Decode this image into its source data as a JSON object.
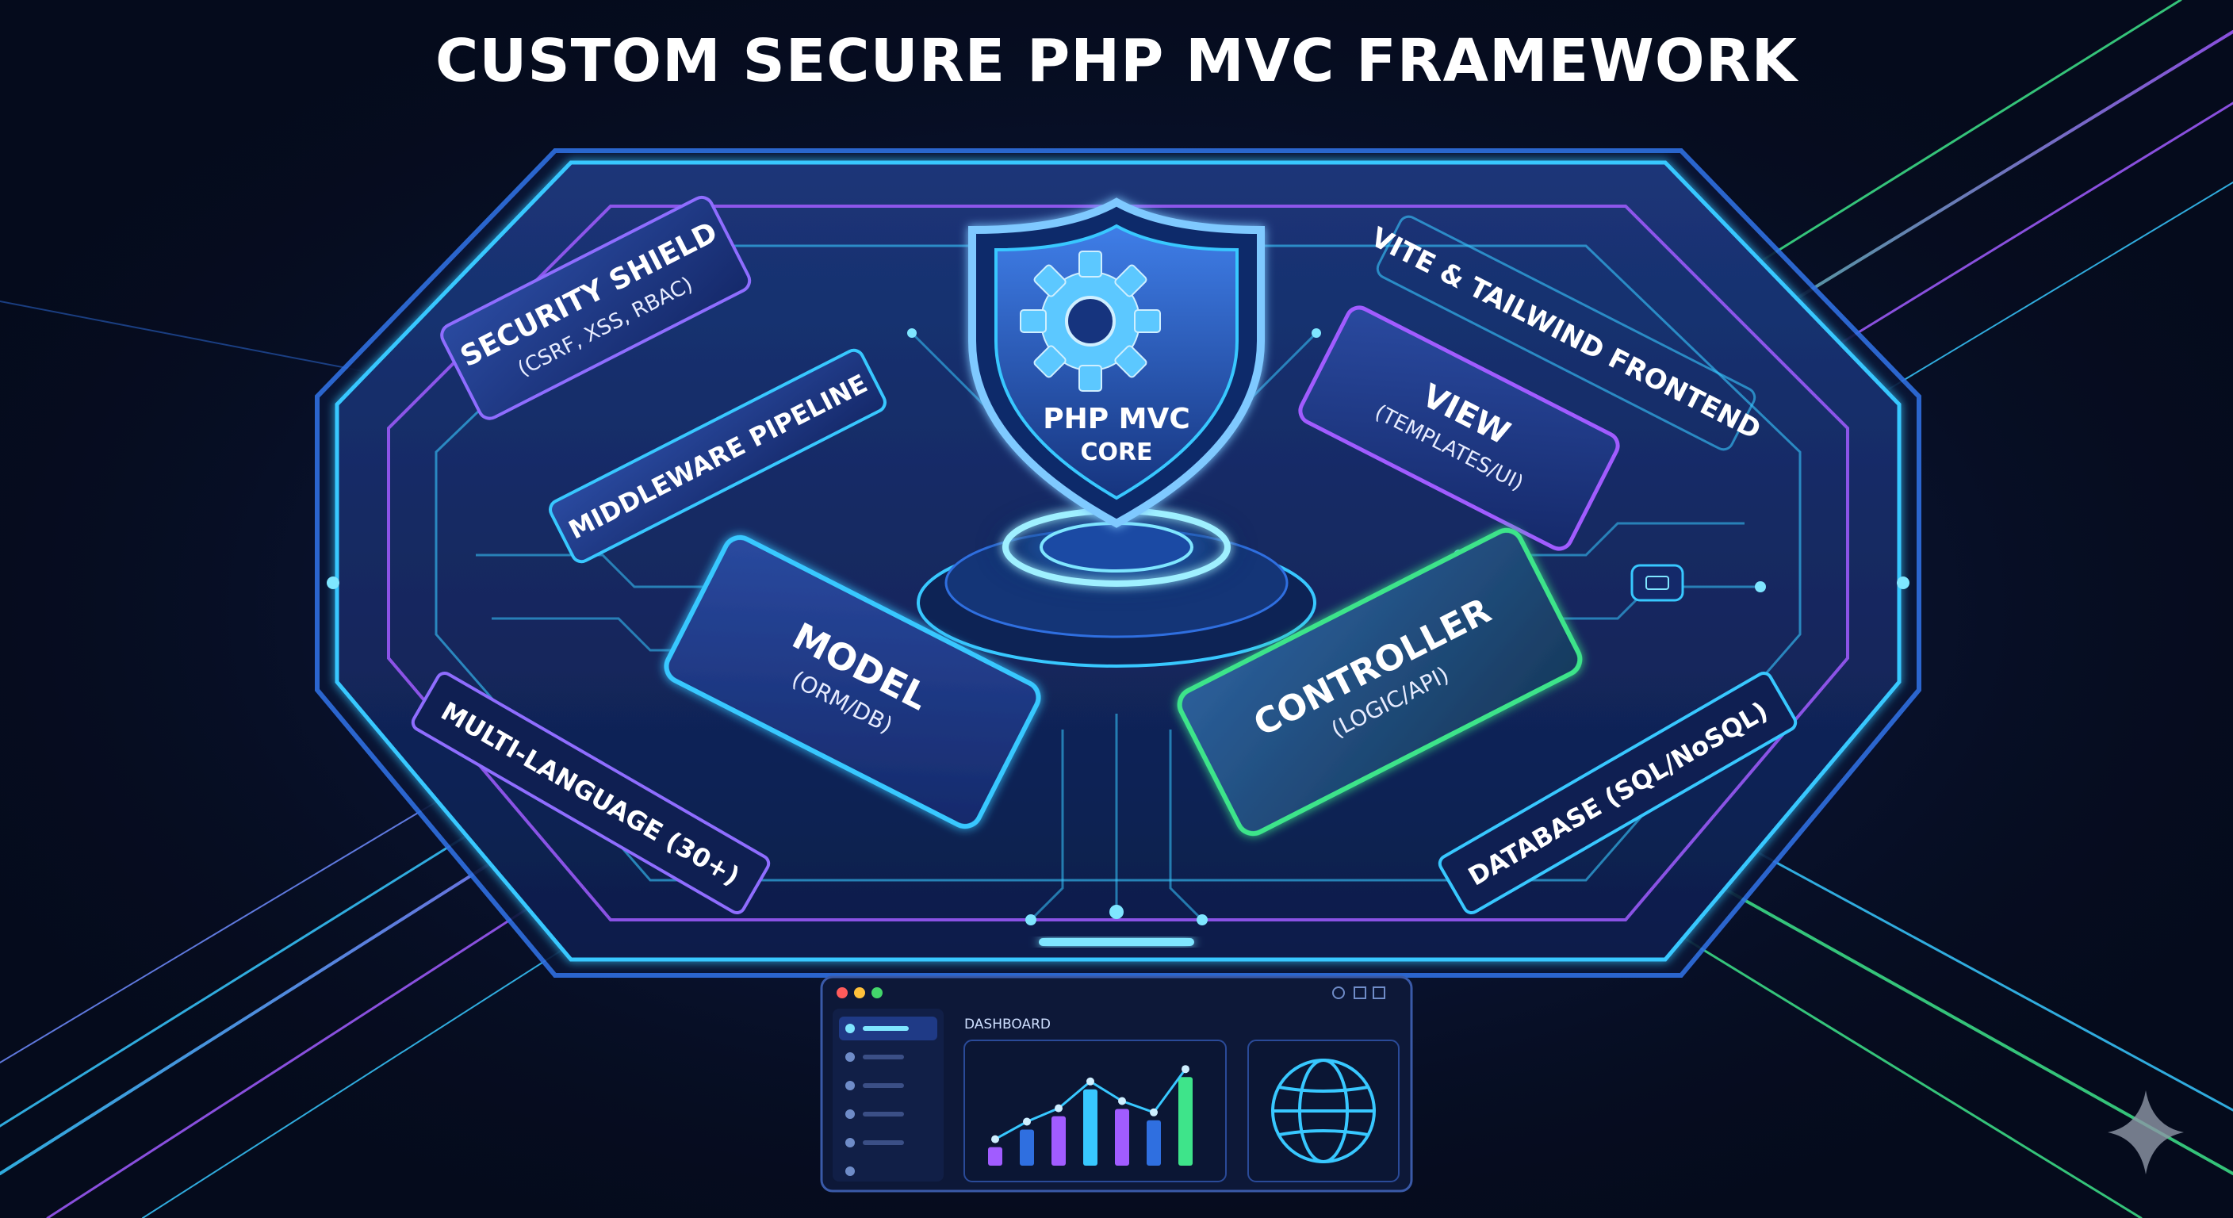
{
  "title": "CUSTOM SECURE PHP MVC FRAMEWORK",
  "core": {
    "line1": "PHP MVC",
    "line2": "CORE"
  },
  "modules": {
    "security": {
      "label": "SECURITY SHIELD",
      "sub": "(CSRF, XSS, RBAC)"
    },
    "middleware": {
      "label": "MIDDLEWARE PIPELINE"
    },
    "vite": {
      "label": "VITE & TAILWIND FRONTEND"
    },
    "view": {
      "label": "VIEW",
      "sub": "(TEMPLATES/UI)"
    },
    "model": {
      "label": "MODEL",
      "sub": "(ORM/DB)"
    },
    "controller": {
      "label": "CONTROLLER",
      "sub": "(LOGIC/API)"
    },
    "multilang": {
      "label": "MULTI-LANGUAGE (30+)"
    },
    "database": {
      "label": "DATABASE (SQL/NoSQL)"
    }
  },
  "dashboard": {
    "title": "DASHBOARD",
    "chart_values": [
      0.18,
      0.35,
      0.48,
      0.74,
      0.55,
      0.44,
      0.86
    ]
  },
  "colors": {
    "background": "#050b1c",
    "cyan": "#38c8ff",
    "blue": "#2f6fe0",
    "purple": "#a15cff",
    "green": "#3ee48a",
    "text": "#ffffff"
  },
  "icons": {
    "core": "gear-shield-icon",
    "globe": "globe-icon",
    "sparkle": "sparkle-icon"
  }
}
